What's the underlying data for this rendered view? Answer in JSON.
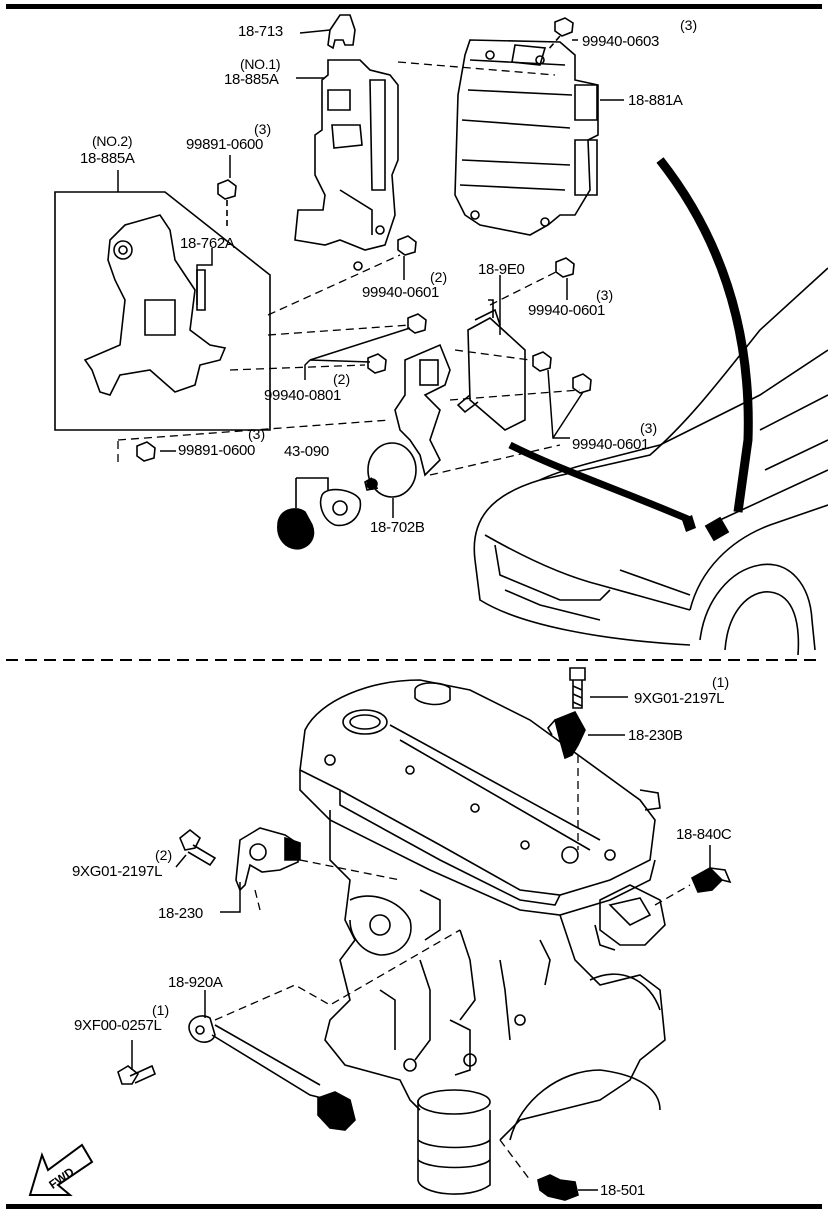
{
  "labels": {
    "p18713": "18-713",
    "no1": "(NO.1)",
    "p18885a_1": "18-885A",
    "p99940_0603": "99940-0603",
    "q3_0603": "(3)",
    "p18881a": "18-881A",
    "no2": "(NO.2)",
    "p18885a_2": "18-885A",
    "q3_99891a": "(3)",
    "p99891_0600a": "99891-0600",
    "p18762a": "18-762A",
    "p99940_0601a": "99940-0601",
    "q2_0601a": "(2)",
    "p189e0": "18-9E0",
    "p99940_0601b": "99940-0601",
    "q3_0601b": "(3)",
    "p99940_0801": "99940-0801",
    "q2_0801": "(2)",
    "q3_99891b": "(3)",
    "p99891_0600b": "99891-0600",
    "p43090": "43-090",
    "p18702b": "18-702B",
    "p99940_0601c": "99940-0601",
    "q3_0601c": "(3)",
    "q1_9xg01a": "(1)",
    "p9xg01_2197l_a": "9XG01-2197L",
    "p18230b": "18-230B",
    "p18840c": "18-840C",
    "q2_9xg01b": "(2)",
    "p9xg01_2197l_b": "9XG01-2197L",
    "p18230": "18-230",
    "p18920a": "18-920A",
    "q1_9xf00": "(1)",
    "p9xf00_0257l": "9XF00-0257L",
    "p18501": "18-501",
    "fwd": "FWD"
  }
}
